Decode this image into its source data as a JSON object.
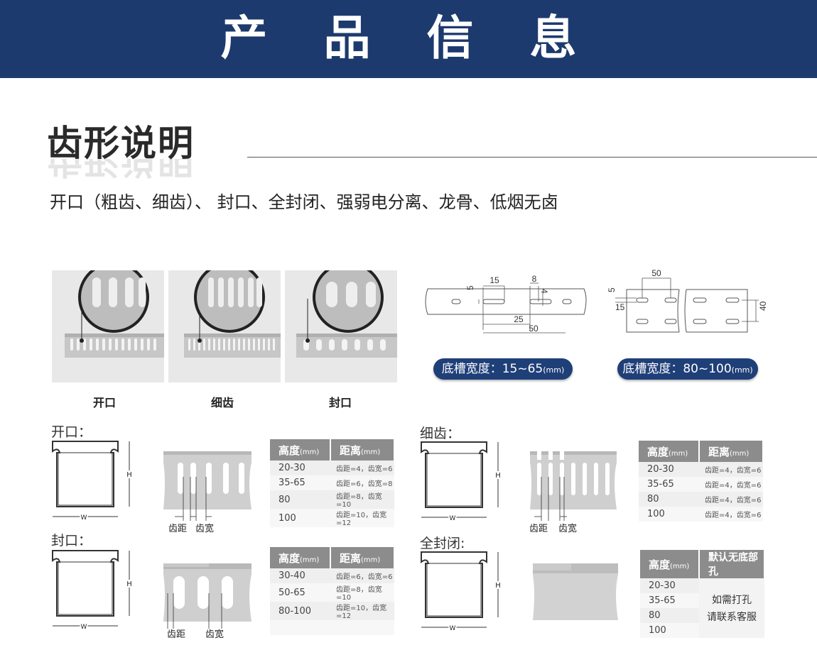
{
  "banner": {
    "title": "产 品 信 息"
  },
  "section": {
    "title": "齿形说明",
    "subtitle": "开口（粗齿、细齿）、  封口、全封闭、强弱电分离、龙骨、低烟无卤"
  },
  "photos": [
    {
      "caption": "开口"
    },
    {
      "caption": "细齿"
    },
    {
      "caption": "封口"
    }
  ],
  "diagrams": {
    "left": {
      "dims": [
        "15",
        "5",
        "8",
        "4",
        "25",
        "50"
      ],
      "pill_text": "底槽宽度：15~65",
      "pill_unit": "(mm)"
    },
    "right": {
      "dims": [
        "50",
        "5",
        "15",
        "40"
      ],
      "pill_text": "底槽宽度：80~100",
      "pill_unit": "(mm)"
    }
  },
  "profile_labels": {
    "h": "H",
    "w": "W",
    "pitch": "齿距",
    "width": "齿宽"
  },
  "types": [
    {
      "label": "开口：",
      "headers": [
        "高度",
        "距离"
      ],
      "header_units": [
        "(mm)",
        "(mm)"
      ],
      "rows": [
        [
          "20-30",
          "齿距=4，齿宽=6"
        ],
        [
          "35-65",
          "齿距=6，齿宽=8"
        ],
        [
          "80",
          "齿距=8，齿宽=10"
        ],
        [
          "100",
          "齿距=10，齿宽=12"
        ]
      ]
    },
    {
      "label": "细齿：",
      "headers": [
        "高度",
        "距离"
      ],
      "header_units": [
        "(mm)",
        "(mm)"
      ],
      "rows": [
        [
          "20-30",
          "齿距=4，齿宽=6"
        ],
        [
          "35-65",
          "齿距=4，齿宽=6"
        ],
        [
          "80",
          "齿距=4，齿宽=6"
        ],
        [
          "100",
          "齿距=4，齿宽=6"
        ]
      ]
    },
    {
      "label": "封口：",
      "headers": [
        "高度",
        "距离"
      ],
      "header_units": [
        "(mm)",
        "(mm)"
      ],
      "rows": [
        [
          "30-40",
          "齿距=6，齿宽=6"
        ],
        [
          "50-65",
          "齿距=8，齿宽=10"
        ],
        [
          "80-100",
          "齿距=10，齿宽=12"
        ]
      ]
    },
    {
      "label": "全封闭:",
      "headers": [
        "高度",
        "默认无底部孔"
      ],
      "header_units": [
        "(mm)",
        ""
      ],
      "rows": [
        [
          "20-30"
        ],
        [
          "35-65"
        ],
        [
          "80"
        ],
        [
          "100"
        ]
      ],
      "note_lines": [
        "如需打孔",
        "请联系客服"
      ]
    }
  ]
}
